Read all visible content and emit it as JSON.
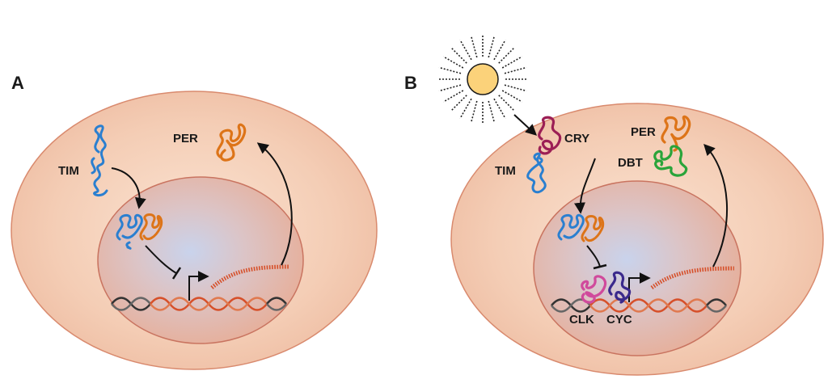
{
  "panels": [
    {
      "id": "A",
      "label": "A",
      "proteins": {
        "tim": "TIM",
        "per": "PER"
      }
    },
    {
      "id": "B",
      "label": "B",
      "proteins": {
        "cry": "CRY",
        "tim": "TIM",
        "per": "PER",
        "dbt": "DBT",
        "clk": "CLK",
        "cyc": "CYC"
      }
    }
  ],
  "colors": {
    "cell_fill": "#f2c8b0",
    "cell_stroke": "#d98a6e",
    "nucleus_stroke": "#c97460",
    "tim": "#2a7fd0",
    "per": "#dd7418",
    "cry": "#9c1f55",
    "dbt": "#2aa43a",
    "clk": "#d04a9c",
    "cyc": "#3b2a8c",
    "mrna": "#d6502a",
    "dna": "#2a2a2a",
    "sun": "#fbd27a"
  }
}
